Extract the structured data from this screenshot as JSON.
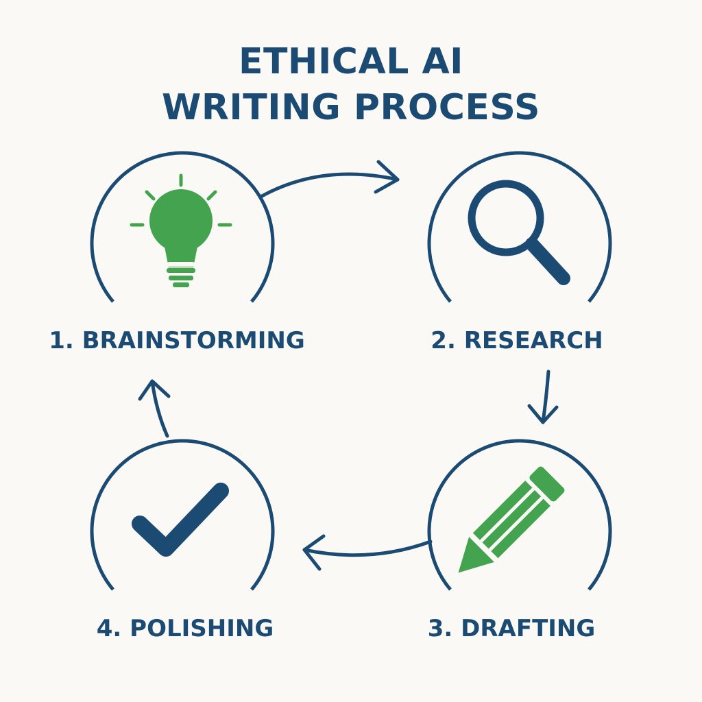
{
  "title": {
    "line1": "ETHICAL AI",
    "line2": "WRITING PROCESS"
  },
  "colors": {
    "navy": "#1b4a73",
    "green": "#43a34f",
    "background": "#fbf9f6"
  },
  "steps": [
    {
      "label": "1. BRAINSTORMING",
      "icon": "lightbulb-icon"
    },
    {
      "label": "2. RESEARCH",
      "icon": "magnifying-glass-icon"
    },
    {
      "label": "3. DRAFTING",
      "icon": "pencil-icon"
    },
    {
      "label": "4. POLISHING",
      "icon": "checkmark-icon"
    }
  ],
  "flow": [
    {
      "from": "1. BRAINSTORMING",
      "to": "2. RESEARCH"
    },
    {
      "from": "2. RESEARCH",
      "to": "3. DRAFTING"
    },
    {
      "from": "3. DRAFTING",
      "to": "4. POLISHING"
    },
    {
      "from": "4. POLISHING",
      "to": "1. BRAINSTORMING"
    }
  ]
}
